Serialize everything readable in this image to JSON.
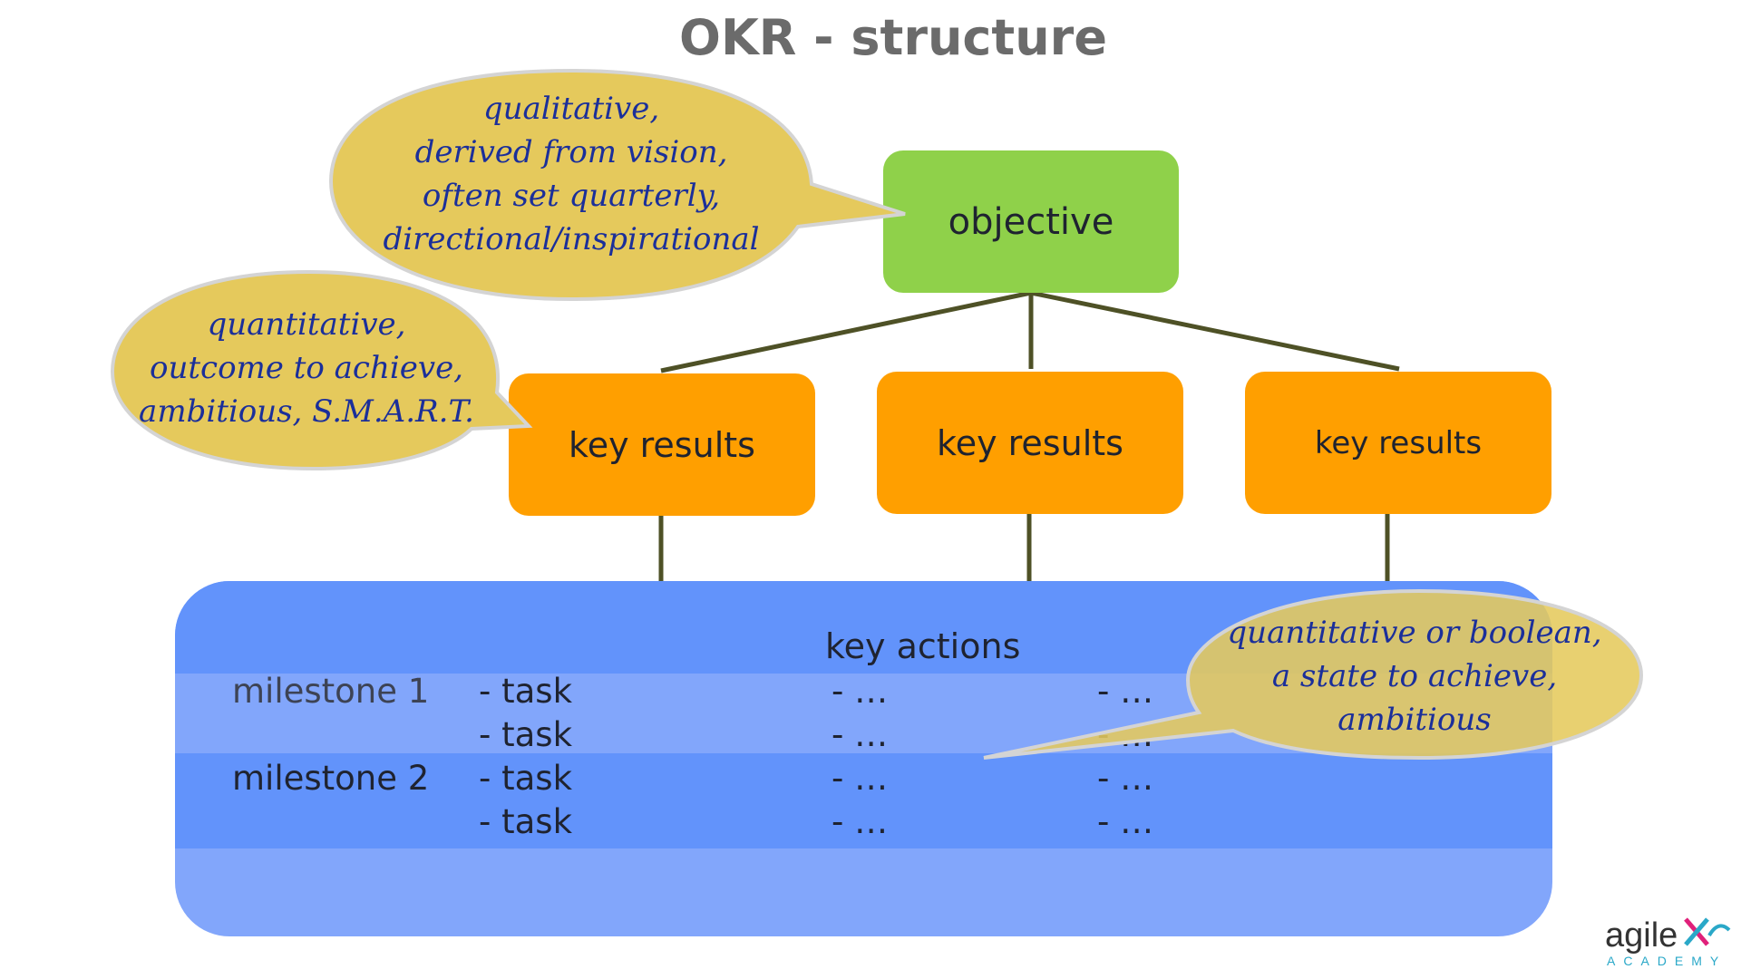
{
  "title": "OKR - structure",
  "objective": {
    "label": "objective"
  },
  "key_results": [
    {
      "label": "key results"
    },
    {
      "label": "key results"
    },
    {
      "label": "key results"
    }
  ],
  "key_actions": {
    "label": "key actions",
    "rows": [
      {
        "milestone": "milestone 1",
        "cells": [
          "- task",
          "- …",
          "- …"
        ]
      },
      {
        "milestone": "",
        "cells": [
          "- task",
          "- …",
          "- …"
        ]
      },
      {
        "milestone": "milestone 2",
        "cells": [
          "- task",
          "- …",
          "- …"
        ]
      },
      {
        "milestone": "",
        "cells": [
          "- task",
          "- …",
          "- …"
        ]
      }
    ]
  },
  "callouts": {
    "objective": [
      "qualitative,",
      "derived from vision,",
      "often set quarterly,",
      "directional/inspirational"
    ],
    "key_results": [
      "quantitative,",
      "outcome to achieve,",
      "ambitious, S.M.A.R.T."
    ],
    "key_actions": [
      "quantitative or boolean,",
      "a state to achieve,",
      "ambitious"
    ]
  },
  "logo": {
    "word": "agile",
    "sub": "ACADEMY"
  },
  "colors": {
    "objective": "#8fd14a",
    "key_results": "#ff9f00",
    "key_actions_light": "#82a6fb",
    "key_actions_dark": "#6293fb",
    "callout_fill": "#e5c95c",
    "callout_text": "#1b2f9a",
    "connector": "#4e5126"
  }
}
